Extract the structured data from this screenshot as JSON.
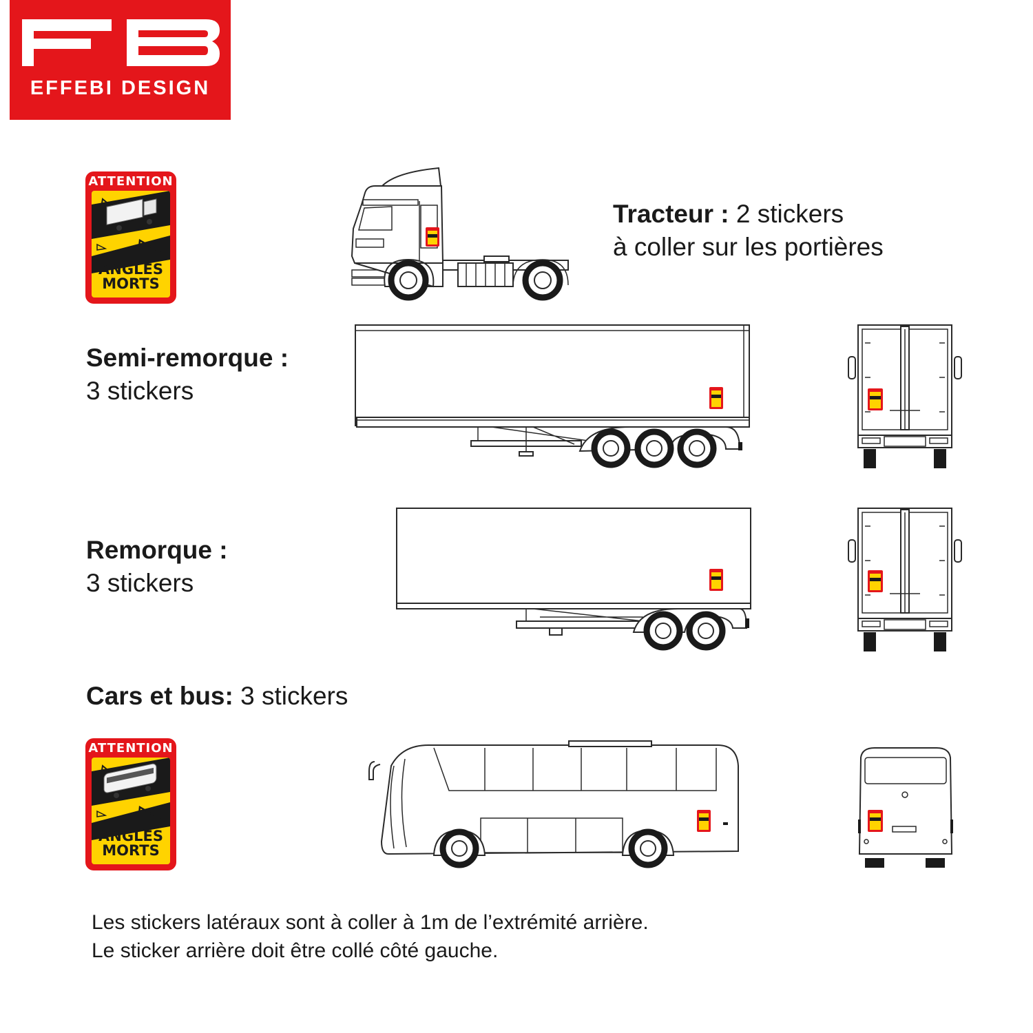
{
  "logo": {
    "monogram": "FB",
    "brand": "EFFEBI DESIGN"
  },
  "colors": {
    "brand_red": "#e4161b",
    "sticker_yellow": "#ffd300",
    "ink": "#1a1a1a"
  },
  "stickers": {
    "truck": {
      "header": "ATTENTION",
      "line1": "ANGLES",
      "line2": "MORTS",
      "icon": "truck-blind-spot-icon"
    },
    "bus": {
      "header": "ATTENTION",
      "line1": "ANGLES",
      "line2": "MORTS",
      "icon": "bus-blind-spot-icon"
    }
  },
  "sections": {
    "tracteur": {
      "label": "Tracteur :",
      "count": "2 stickers",
      "detail": "à coller sur les portières"
    },
    "semi": {
      "label": "Semi-remorque :",
      "count": "3 stickers"
    },
    "remorque": {
      "label": "Remorque :",
      "count": "3 stickers"
    },
    "cars": {
      "label": "Cars et bus:",
      "count": "3 stickers"
    }
  },
  "footer": {
    "line1": "Les stickers latéraux sont à coller à 1m de l’extrémité arrière.",
    "line2": "Le sticker arrière doit être collé côté gauche."
  }
}
